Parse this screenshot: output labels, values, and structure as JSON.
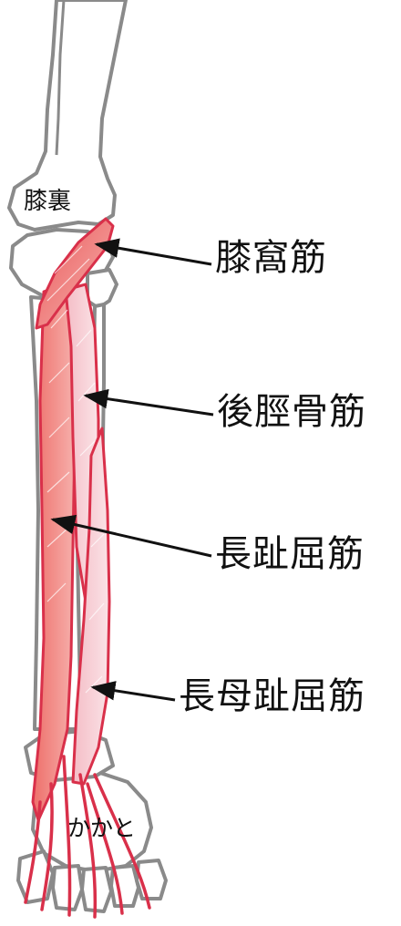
{
  "labels": {
    "knee_back": "膝裏",
    "heel": "かかと",
    "popliteus": "膝窩筋",
    "tibialis_posterior": "後脛骨筋",
    "flexor_digitorum_longus": "長趾屈筋",
    "flexor_hallucis_longus": "長母趾屈筋"
  },
  "colors": {
    "bone_fill": "#ffffff",
    "bone_outline": "#8a8a8a",
    "muscle_outline": "#d9304a",
    "muscle_fill_light": "#f7cfd6",
    "muscle_fill_dark": "#f0827e",
    "arrow": "#111111"
  }
}
